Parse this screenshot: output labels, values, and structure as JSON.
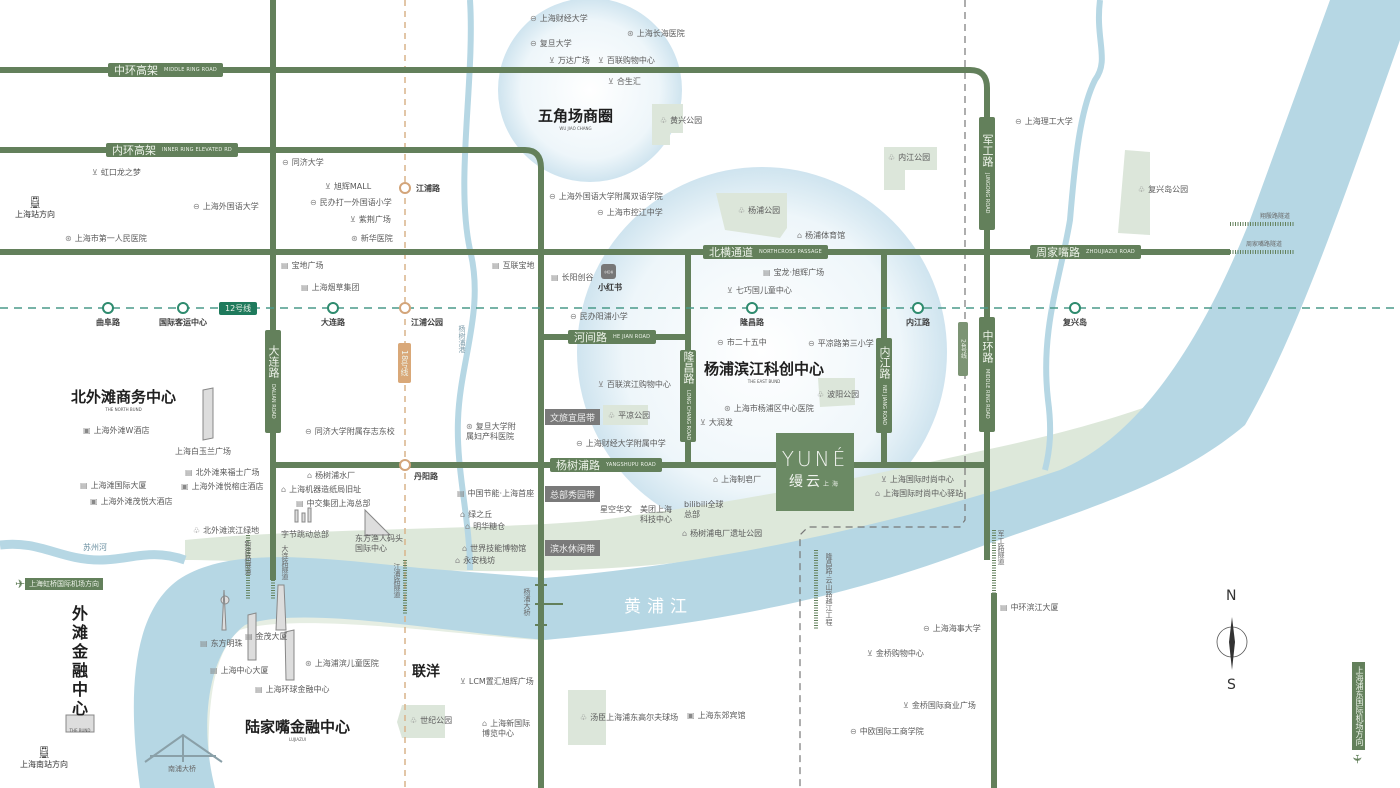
{
  "colors": {
    "road": "#63805b",
    "river": "#b6d7e4",
    "bank": "#dde8da",
    "metro": "#4a9a8a",
    "line18": "#d9b48a",
    "park": "#dce6da",
    "bubble": "#dfeef6"
  },
  "roads_h": [
    {
      "zh": "中环高架",
      "en": "MIDDLE RING ROAD"
    },
    {
      "zh": "内环高架",
      "en": "INNER RING ELEVATED RD"
    },
    {
      "zh": "北横通道",
      "en": "NORTHCROSS PASSAGE"
    },
    {
      "zh": "周家嘴路",
      "en": "ZHOUJIAZUI ROAD"
    },
    {
      "zh": "河间路",
      "en": "HE JIAN ROAD"
    },
    {
      "zh": "杨树浦路",
      "en": "YANGSHUPU ROAD"
    }
  ],
  "roads_v": [
    {
      "zh": "大连路",
      "en": "DALIAN ROAD"
    },
    {
      "zh": "隆昌路",
      "en": "LONG CHANG ROAD"
    },
    {
      "zh": "内江路",
      "en": "NEI JIANG ROAD"
    },
    {
      "zh": "军工路",
      "en": "JUNGONG ROAD"
    },
    {
      "zh": "中环路",
      "en": "MIDDLE RING ROAD"
    }
  ],
  "metro": {
    "line12": "12号线",
    "line18": "18号线",
    "line24": "24号线",
    "stations": [
      "曲阜路",
      "国际客运中心",
      "大连路",
      "江浦公园",
      "隆昌路",
      "内江路",
      "复兴岛",
      "江浦路",
      "丹阳路"
    ]
  },
  "districts": [
    {
      "zh": "五角场商圈",
      "en": "WU JIAO CHANG"
    },
    {
      "zh": "杨浦滨江科创中心",
      "en": "THE EAST BUND"
    },
    {
      "zh": "北外滩商务中心",
      "en": "THE NORTH BUND"
    },
    {
      "zh": "外滩金融中心",
      "en": "THE BUND"
    },
    {
      "zh": "陆家嘴金融中心",
      "en": "LUJIAZUI"
    },
    {
      "zh": "联洋",
      "en": ""
    }
  ],
  "tags": [
    "文旅宜居带",
    "总部秀园带",
    "滨水休闲带"
  ],
  "brand": {
    "logo": "YUNÉ",
    "name": "缦云",
    "city": "上海"
  },
  "xiaohongshu": {
    "logo": "小红书",
    "label": "小红书"
  },
  "water": [
    "黄浦江",
    "苏州河",
    "杨树浦港"
  ],
  "tunnels": [
    "翔殷路隧道",
    "周家嘴路隧道",
    "新建路隧道",
    "大连路隧道",
    "江浦路隧道",
    "杨浦大桥",
    "隆昌路·云山路越江工程",
    "军工路隧道",
    "南浦大桥"
  ],
  "directions": [
    "上海站方向",
    "上海南站方向",
    "上海虹桥国际机场方向",
    "上海浦东国际机场方向"
  ],
  "compass": {
    "n": "N",
    "s": "S"
  },
  "pois": [
    {
      "t": "上海财经大学",
      "i": "school"
    },
    {
      "t": "上海长海医院",
      "i": "hospital"
    },
    {
      "t": "复旦大学",
      "i": "school"
    },
    {
      "t": "万达广场",
      "i": "shop"
    },
    {
      "t": "百联购物中心",
      "i": "shop"
    },
    {
      "t": "合生汇",
      "i": "shop"
    },
    {
      "t": "黄兴公园",
      "i": "park"
    },
    {
      "t": "内江公园",
      "i": "park"
    },
    {
      "t": "上海理工大学",
      "i": "school"
    },
    {
      "t": "复兴岛公园",
      "i": "park"
    },
    {
      "t": "同济大学",
      "i": "school"
    },
    {
      "t": "虹口龙之梦",
      "i": "shop"
    },
    {
      "t": "旭辉MALL",
      "i": "shop"
    },
    {
      "t": "民办打一外国语小学",
      "i": "school"
    },
    {
      "t": "上海外国语大学",
      "i": "school"
    },
    {
      "t": "紫荆广场",
      "i": "shop"
    },
    {
      "t": "新华医院",
      "i": "hospital"
    },
    {
      "t": "上海市第一人民医院",
      "i": "hospital"
    },
    {
      "t": "上海外国语大学附属双语学院",
      "i": "school"
    },
    {
      "t": "上海市控江中学",
      "i": "school"
    },
    {
      "t": "杨浦公园",
      "i": "park"
    },
    {
      "t": "杨浦体育馆",
      "i": "heritage"
    },
    {
      "t": "宝地广场",
      "i": "building"
    },
    {
      "t": "上海烟草集团",
      "i": "building"
    },
    {
      "t": "互联宝地",
      "i": "building"
    },
    {
      "t": "长阳创谷",
      "i": "building"
    },
    {
      "t": "宝龙·旭辉广场",
      "i": "building"
    },
    {
      "t": "七巧国儿童中心",
      "i": "shop"
    },
    {
      "t": "民办阳浦小学",
      "i": "school"
    },
    {
      "t": "市二十五中",
      "i": "school"
    },
    {
      "t": "平凉路第三小学",
      "i": "school"
    },
    {
      "t": "百联滨江购物中心",
      "i": "shop"
    },
    {
      "t": "波阳公园",
      "i": "park"
    },
    {
      "t": "上海市杨浦区中心医院",
      "i": "hospital"
    },
    {
      "t": "大润发",
      "i": "shop"
    },
    {
      "t": "平凉公园",
      "i": "park"
    },
    {
      "t": "上海财经大学附属中学",
      "i": "school"
    },
    {
      "t": "复旦大学附属妇产科医院",
      "i": "hospital"
    },
    {
      "t": "同济大学附属存志东校",
      "i": "school"
    },
    {
      "t": "上海外滩W酒店",
      "i": "hotel"
    },
    {
      "t": "上海白玉兰广场",
      "i": ""
    },
    {
      "t": "北外滩来福士广场",
      "i": "building"
    },
    {
      "t": "上海滩国际大厦",
      "i": "building"
    },
    {
      "t": "上海外滩悦榕庄酒店",
      "i": "hotel"
    },
    {
      "t": "上海外滩茂悦大酒店",
      "i": "hotel"
    },
    {
      "t": "北外滩滨江绿地",
      "i": "park"
    },
    {
      "t": "杨树浦水厂",
      "i": "heritage"
    },
    {
      "t": "上海机器造纸局旧址",
      "i": "heritage"
    },
    {
      "t": "中交集团上海总部",
      "i": "building"
    },
    {
      "t": "字节跳动总部",
      "i": ""
    },
    {
      "t": "东方渔人码头国际中心",
      "i": ""
    },
    {
      "t": "中国节能·上海首座",
      "i": "building"
    },
    {
      "t": "绿之丘",
      "i": "heritage"
    },
    {
      "t": "明华糖仓",
      "i": "heritage"
    },
    {
      "t": "世界技能博物馆",
      "i": "heritage"
    },
    {
      "t": "永安栈坊",
      "i": "heritage"
    },
    {
      "t": "星空华文",
      "i": ""
    },
    {
      "t": "美团上海科技中心",
      "i": ""
    },
    {
      "t": "bilibili全球总部",
      "i": ""
    },
    {
      "t": "上海制皂厂",
      "i": "heritage"
    },
    {
      "t": "上海国际时尚中心",
      "i": "shop"
    },
    {
      "t": "上海国际时尚中心驿站",
      "i": "heritage"
    },
    {
      "t": "杨树浦电厂遗址公园",
      "i": "heritage"
    },
    {
      "t": "东方明珠",
      "i": "building"
    },
    {
      "t": "金茂大厦",
      "i": "building"
    },
    {
      "t": "上海中心大厦",
      "i": "building"
    },
    {
      "t": "上海环球金融中心",
      "i": "building"
    },
    {
      "t": "上海浦滨儿童医院",
      "i": "hospital"
    },
    {
      "t": "LCM置汇旭辉广场",
      "i": "shop"
    },
    {
      "t": "世纪公园",
      "i": "park"
    },
    {
      "t": "上海新国际博览中心",
      "i": "heritage"
    },
    {
      "t": "汤臣上海浦东高尔夫球场",
      "i": "park"
    },
    {
      "t": "上海东郊宾馆",
      "i": "hotel"
    },
    {
      "t": "中环滨江大厦",
      "i": "building"
    },
    {
      "t": "上海海事大学",
      "i": "school"
    },
    {
      "t": "金桥购物中心",
      "i": "shop"
    },
    {
      "t": "金桥国际商业广场",
      "i": "shop"
    },
    {
      "t": "中欧国际工商学院",
      "i": "school"
    }
  ]
}
